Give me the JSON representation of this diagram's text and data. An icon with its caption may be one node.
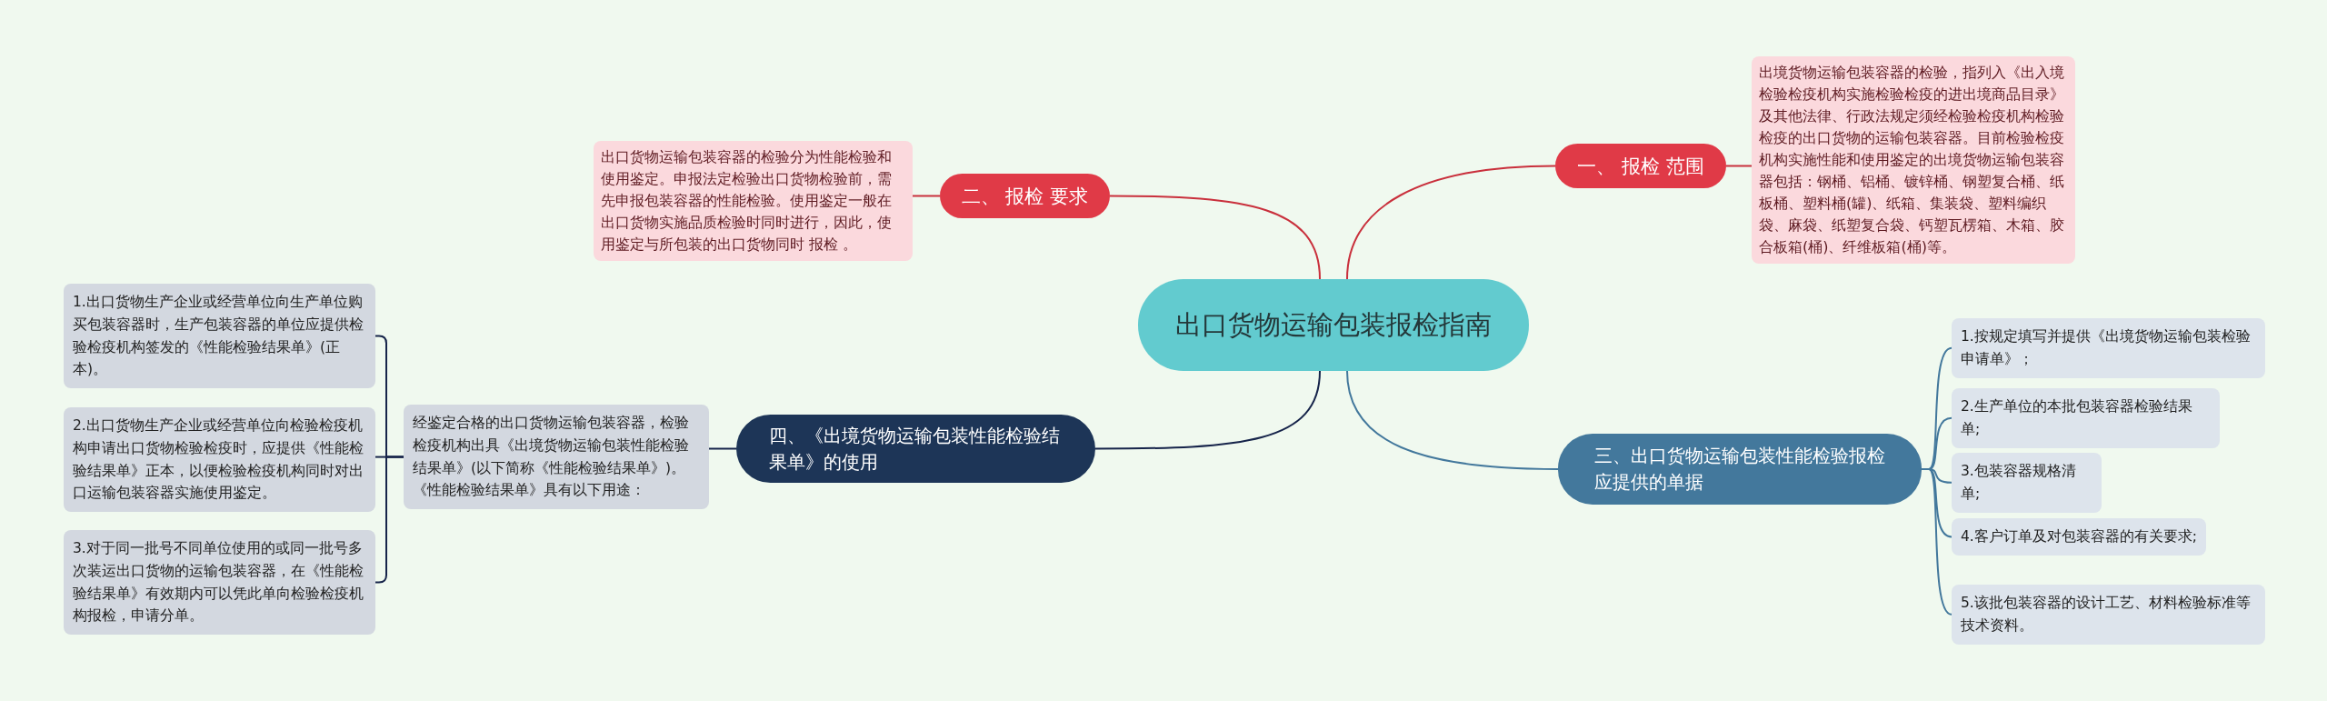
{
  "diagram": {
    "nodes": [
      {
        "text": [
          "出口货物运输包装报检指南"
        ]
      },
      {
        "text": [
          "一、 报检 范围"
        ]
      },
      {
        "text": [
          "出境货物运输包装容器的检验，指列入《出入境检验检疫机构实施检验检疫的进出境商品目录》及其他法律、行政法规定须经检验检疫机构检验检疫的出口货物的运输包装容器。目前检验检疫机构实施性能和使用鉴定的出境货物运输包装容器包括：钢桶、铝桶、镀锌桶、钢塑复合桶、纸板桶、塑料桶(罐)、纸箱、集装袋、塑料编织袋、麻袋、纸塑复合袋、钙塑瓦楞箱、木箱、胶合板箱(桶)、纤维板箱(桶)等。"
        ]
      },
      {
        "text": [
          "二、 报检 要求"
        ]
      },
      {
        "text": [
          "出口货物运输包装容器的检验分为性能检验和使用鉴定。申报法定检验出口货物检验前，需先申报包装容器的性能检验。使用鉴定一般在出口货物实施品质检验时同时进行，因此，使用鉴定与所包装的出口货物同时 报检 。"
        ]
      },
      {
        "text": [
          "三、出口货物运输包装性能检验报检应提供的单据"
        ]
      },
      {
        "text": [
          "1.按规定填写并提供《出境货物运输包装检验申请单》；"
        ]
      },
      {
        "text": [
          "2.生产单位的本批包装容器检验结果单;"
        ]
      },
      {
        "text": [
          "3.包装容器规格清单;"
        ]
      },
      {
        "text": [
          "4.客户订单及对包装容器的有关要求;"
        ]
      },
      {
        "text": [
          "5.该批包装容器的设计工艺、材料检验标准等技术资料。"
        ]
      },
      {
        "text": [
          "四、《出境货物运输包装性能检验结果单》的使用"
        ]
      },
      {
        "text": [
          "经鉴定合格的出口货物运输包装容器，检验检疫机构出具《出境货物运输包装性能检验结果单》(以下简称《性能检验结果单》)。《性能检验结果单》具有以下用途："
        ]
      },
      {
        "text": [
          "1.出口货物生产企业或经营单位向生产单位购买包装容器时，生产包装容器的单位应提供检验检疫机构签发的《性能检验结果单》(正本)。"
        ]
      },
      {
        "text": [
          "2.出口货物生产企业或经营单位向检验检疫机构申请出口货物检验检疫时，应提供《性能检验结果单》正本，以便检验检疫机构同时对出口运输包装容器实施使用鉴定。"
        ]
      },
      {
        "text": [
          "3.对于同一批号不同单位使用的或同一批号多次装运出口货物的运输包装容器，在《性能检验结果单》有效期内可以凭此单向检验检疫机构报检，申请分单。"
        ]
      }
    ],
    "edges": [
      {
        "from": 0,
        "to": 1,
        "arrow": "none",
        "color": "#c9303c"
      },
      {
        "from": 1,
        "to": 2,
        "arrow": "none",
        "color": "#c9303c"
      },
      {
        "from": 0,
        "to": 3,
        "arrow": "none",
        "color": "#c9303c"
      },
      {
        "from": 3,
        "to": 4,
        "arrow": "none",
        "color": "#c9303c"
      },
      {
        "from": 0,
        "to": 5,
        "arrow": "none"
      },
      {
        "from": 5,
        "to": 6,
        "arrow": "none"
      },
      {
        "from": 5,
        "to": 7,
        "arrow": "none"
      },
      {
        "from": 5,
        "to": 8,
        "arrow": "none"
      },
      {
        "from": 5,
        "to": 9,
        "arrow": "none"
      },
      {
        "from": 5,
        "to": 10,
        "arrow": "none"
      },
      {
        "from": 0,
        "to": 11,
        "arrow": "none",
        "color": "#16244a"
      },
      {
        "from": 11,
        "to": 12,
        "arrow": "none",
        "color": "#16244a"
      },
      {
        "from": 12,
        "to": 13,
        "arrow": "none",
        "color": "#16244a"
      },
      {
        "from": 12,
        "to": 14,
        "arrow": "none",
        "color": "#16244a"
      },
      {
        "from": 12,
        "to": 15,
        "arrow": "none",
        "color": "#16244a"
      }
    ]
  }
}
